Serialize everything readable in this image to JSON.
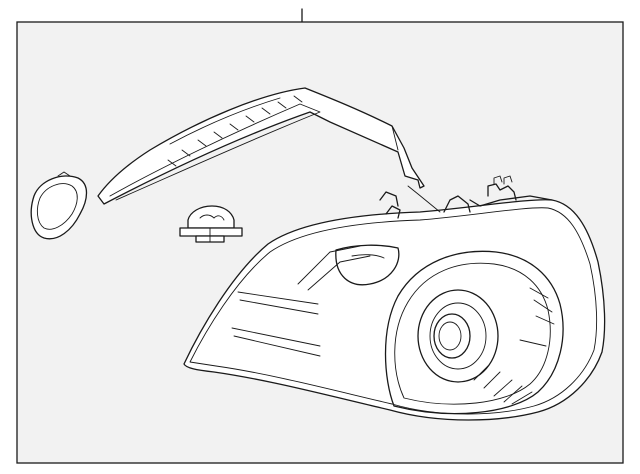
{
  "diagram": {
    "type": "exploded-parts-diagram",
    "frame_fill": "#f2f2f2",
    "line_color": "#1a1a1a",
    "parts": [
      {
        "name": "tail-lamp-housing"
      },
      {
        "name": "lamp-garnish-trim"
      },
      {
        "name": "grommet-seal"
      },
      {
        "name": "bulb-socket"
      }
    ]
  }
}
